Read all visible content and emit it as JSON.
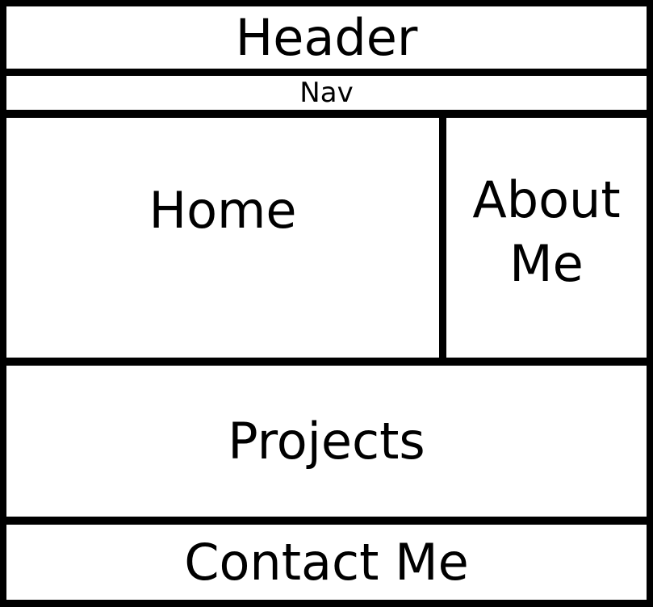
{
  "sections": {
    "header": "Header",
    "nav": "Nav",
    "home": "Home",
    "about": "About Me",
    "projects": "Projects",
    "contact": "Contact Me"
  },
  "colors": {
    "border": "#000000",
    "fill": "#ffffff",
    "text": "#000000"
  }
}
